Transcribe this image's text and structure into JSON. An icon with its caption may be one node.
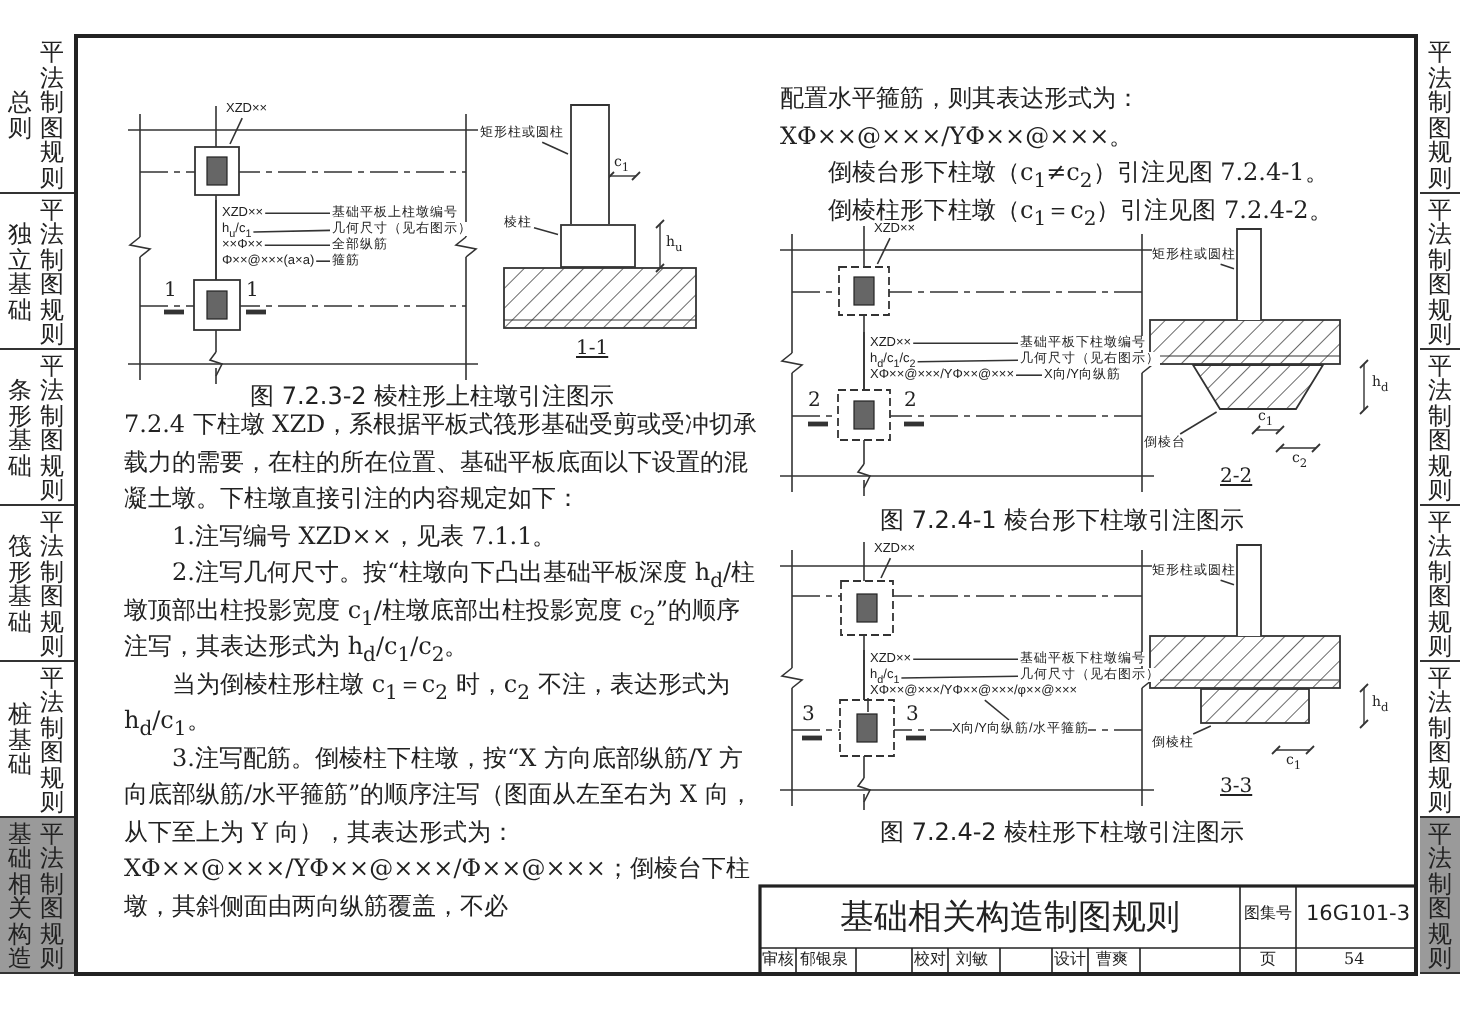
{
  "diagram": {
    "nodes": [
      {
        "text": [
          "XZD××"
        ]
      },
      {
        "text": [],
        "shape": "box"
      },
      {
        "text": [
          "XZD××"
        ]
      },
      {
        "text": [
          "基础平板上柱墩编号"
        ]
      },
      {
        "text": [
          "h$_{u}$/c$_{1}$"
        ]
      },
      {
        "text": [
          "几何尺寸（见右图示）"
        ]
      },
      {
        "text": [
          "××Φ××"
        ]
      },
      {
        "text": [
          "全部纵筋"
        ]
      },
      {
        "text": [
          "Φ××@×××(a×a)"
        ]
      },
      {
        "text": [
          "箍筋"
        ]
      },
      {
        "text": [
          "矩形柱或圆柱"
        ]
      },
      {
        "text": [],
        "shape": "box"
      },
      {
        "text": [
          "棱柱"
        ]
      },
      {
        "text": [],
        "shape": "box"
      },
      {
        "text": [
          "XZD××"
        ]
      },
      {
        "text": [],
        "shape": "box"
      },
      {
        "text": [
          "XZD××"
        ]
      },
      {
        "text": [
          "基础平板下柱墩编号"
        ]
      },
      {
        "text": [
          "h$_{d}$/c$_{1}$/c$_{2}$"
        ]
      },
      {
        "text": [
          "几何尺寸（见右图示）"
        ]
      },
      {
        "text": [
          "XΦ××@×××/YΦ××@×××"
        ]
      },
      {
        "text": [
          "X向/Y向纵筋"
        ]
      },
      {
        "text": [
          "矩形柱或圆柱"
        ]
      },
      {
        "text": [],
        "shape": "box"
      },
      {
        "text": [
          "倒棱台"
        ]
      },
      {
        "text": [],
        "shape": "box"
      },
      {
        "text": [
          "XZD××"
        ]
      },
      {
        "text": [],
        "shape": "box"
      },
      {
        "text": [
          "XZD××"
        ]
      },
      {
        "text": [
          "基础平板下柱墩编号"
        ]
      },
      {
        "text": [
          "h$_{d}$/c$_{1}$"
        ]
      },
      {
        "text": [
          "几何尺寸（见右图示）"
        ]
      },
      {
        "text": [
          "XΦ××@×××/YΦ××@×××/φ××@×××"
        ]
      },
      {
        "text": [
          "X向/Y向纵筋/水平箍筋"
        ]
      },
      {
        "text": [
          "矩形柱或圆柱"
        ]
      },
      {
        "text": [],
        "shape": "box"
      },
      {
        "text": [
          "倒棱柱"
        ]
      },
      {
        "text": [],
        "shape": "box"
      }
    ],
    "edges": [
      {
        "from": 0,
        "to": 1,
        "arrow": "none"
      },
      {
        "from": 2,
        "to": 3,
        "arrow": "none"
      },
      {
        "from": 4,
        "to": 5,
        "arrow": "none"
      },
      {
        "from": 6,
        "to": 7,
        "arrow": "none"
      },
      {
        "from": 8,
        "to": 9,
        "arrow": "none"
      },
      {
        "from": 10,
        "to": 11,
        "arrow": "none"
      },
      {
        "from": 12,
        "to": 13,
        "arrow": "none"
      },
      {
        "from": 14,
        "to": 15,
        "arrow": "none"
      },
      {
        "from": 16,
        "to": 17,
        "arrow": "none"
      },
      {
        "from": 18,
        "to": 19,
        "arrow": "none"
      },
      {
        "from": 20,
        "to": 21,
        "arrow": "none"
      },
      {
        "from": 22,
        "to": 23,
        "arrow": "none"
      },
      {
        "from": 24,
        "to": 25,
        "arrow": "none"
      },
      {
        "from": 26,
        "to": 27,
        "arrow": "none"
      },
      {
        "from": 28,
        "to": 29,
        "arrow": "none"
      },
      {
        "from": 30,
        "to": 31,
        "arrow": "none"
      },
      {
        "from": 32,
        "to": 33,
        "arrow": "none"
      },
      {
        "from": 34,
        "to": 35,
        "arrow": "none"
      },
      {
        "from": 36,
        "to": 37,
        "arrow": "none"
      }
    ],
    "labels": [
      "总则",
      "平法制图规则",
      "独立基础",
      "平法制图规则",
      "条形基础",
      "平法制图规则",
      "筏形基础",
      "平法制图规则",
      "桩基础",
      "平法制图规则",
      "基础相关构造",
      "平法制图规则",
      "1",
      "1",
      "c$_{1}$",
      "h$_{u}$",
      "1-1",
      "图 7.2.3-2 棱柱形上柱墩引注图示",
      "7.2.4 下柱墩 XZD，系根据平板式筏形基础受剪或受冲切承载力的需要，在柱的所在位置、基础平板底面以下设置的混凝土墩。下柱墩直接引注的内容规定如下：",
      "1.注写编号 XZD××，见表 7.1.1。",
      "2.注写几何尺寸。按“柱墩向下凸出基础平板深度 h$_{d}$/柱墩顶部出柱投影宽度 c$_{1}$/柱墩底部出柱投影宽度 c$_{2}$”的顺序注写，其表达形式为 h$_{d}$/c$_{1}$/c$_{2}$。",
      "当为倒棱柱形柱墩 c$_{1}$＝c$_{2}$ 时，c$_{2}$ 不注，表达形式为 h$_{d}$/c$_{1}$。",
      "3.注写配筋。倒棱柱下柱墩，按“X 方向底部纵筋/Y 方向底部纵筋/水平箍筋”的顺序注写（图面从左至右为 X 向，从下至上为 Y 向），其表达形式为：XΦ××@×××/YΦ××@×××/Φ××@×××；倒棱台下柱墩，其斜侧面由两向纵筋覆盖，不必",
      "配置水平箍筋，则其表达形式为：XΦ××@×××/YΦ××@×××。",
      "倒棱台形下柱墩（c$_{1}$≠c$_{2}$）引注见图 7.2.4-1。",
      "倒棱柱形下柱墩（c$_{1}$＝c$_{2}$）引注见图 7.2.4-2。",
      "2",
      "2",
      "h$_{d}$",
      "c$_{1}$",
      "c$_{2}$",
      "2-2",
      "图 7.2.4-1 棱台形下柱墩引注图示",
      "3",
      "3",
      "h$_{d}$",
      "c$_{1}$",
      "3-3",
      "图 7.2.4-2 棱柱形下柱墩引注图示",
      "基础相关构造制图规则",
      "图集号",
      "16G101-3",
      "审核",
      "郁银泉",
      "校对",
      "刘敏",
      "设计",
      "曹爽",
      "页",
      "54",
      "平法制图规则",
      "平法制图规则",
      "平法制图规则",
      "平法制图规则",
      "平法制图规则",
      "平法制图规则"
    ]
  }
}
